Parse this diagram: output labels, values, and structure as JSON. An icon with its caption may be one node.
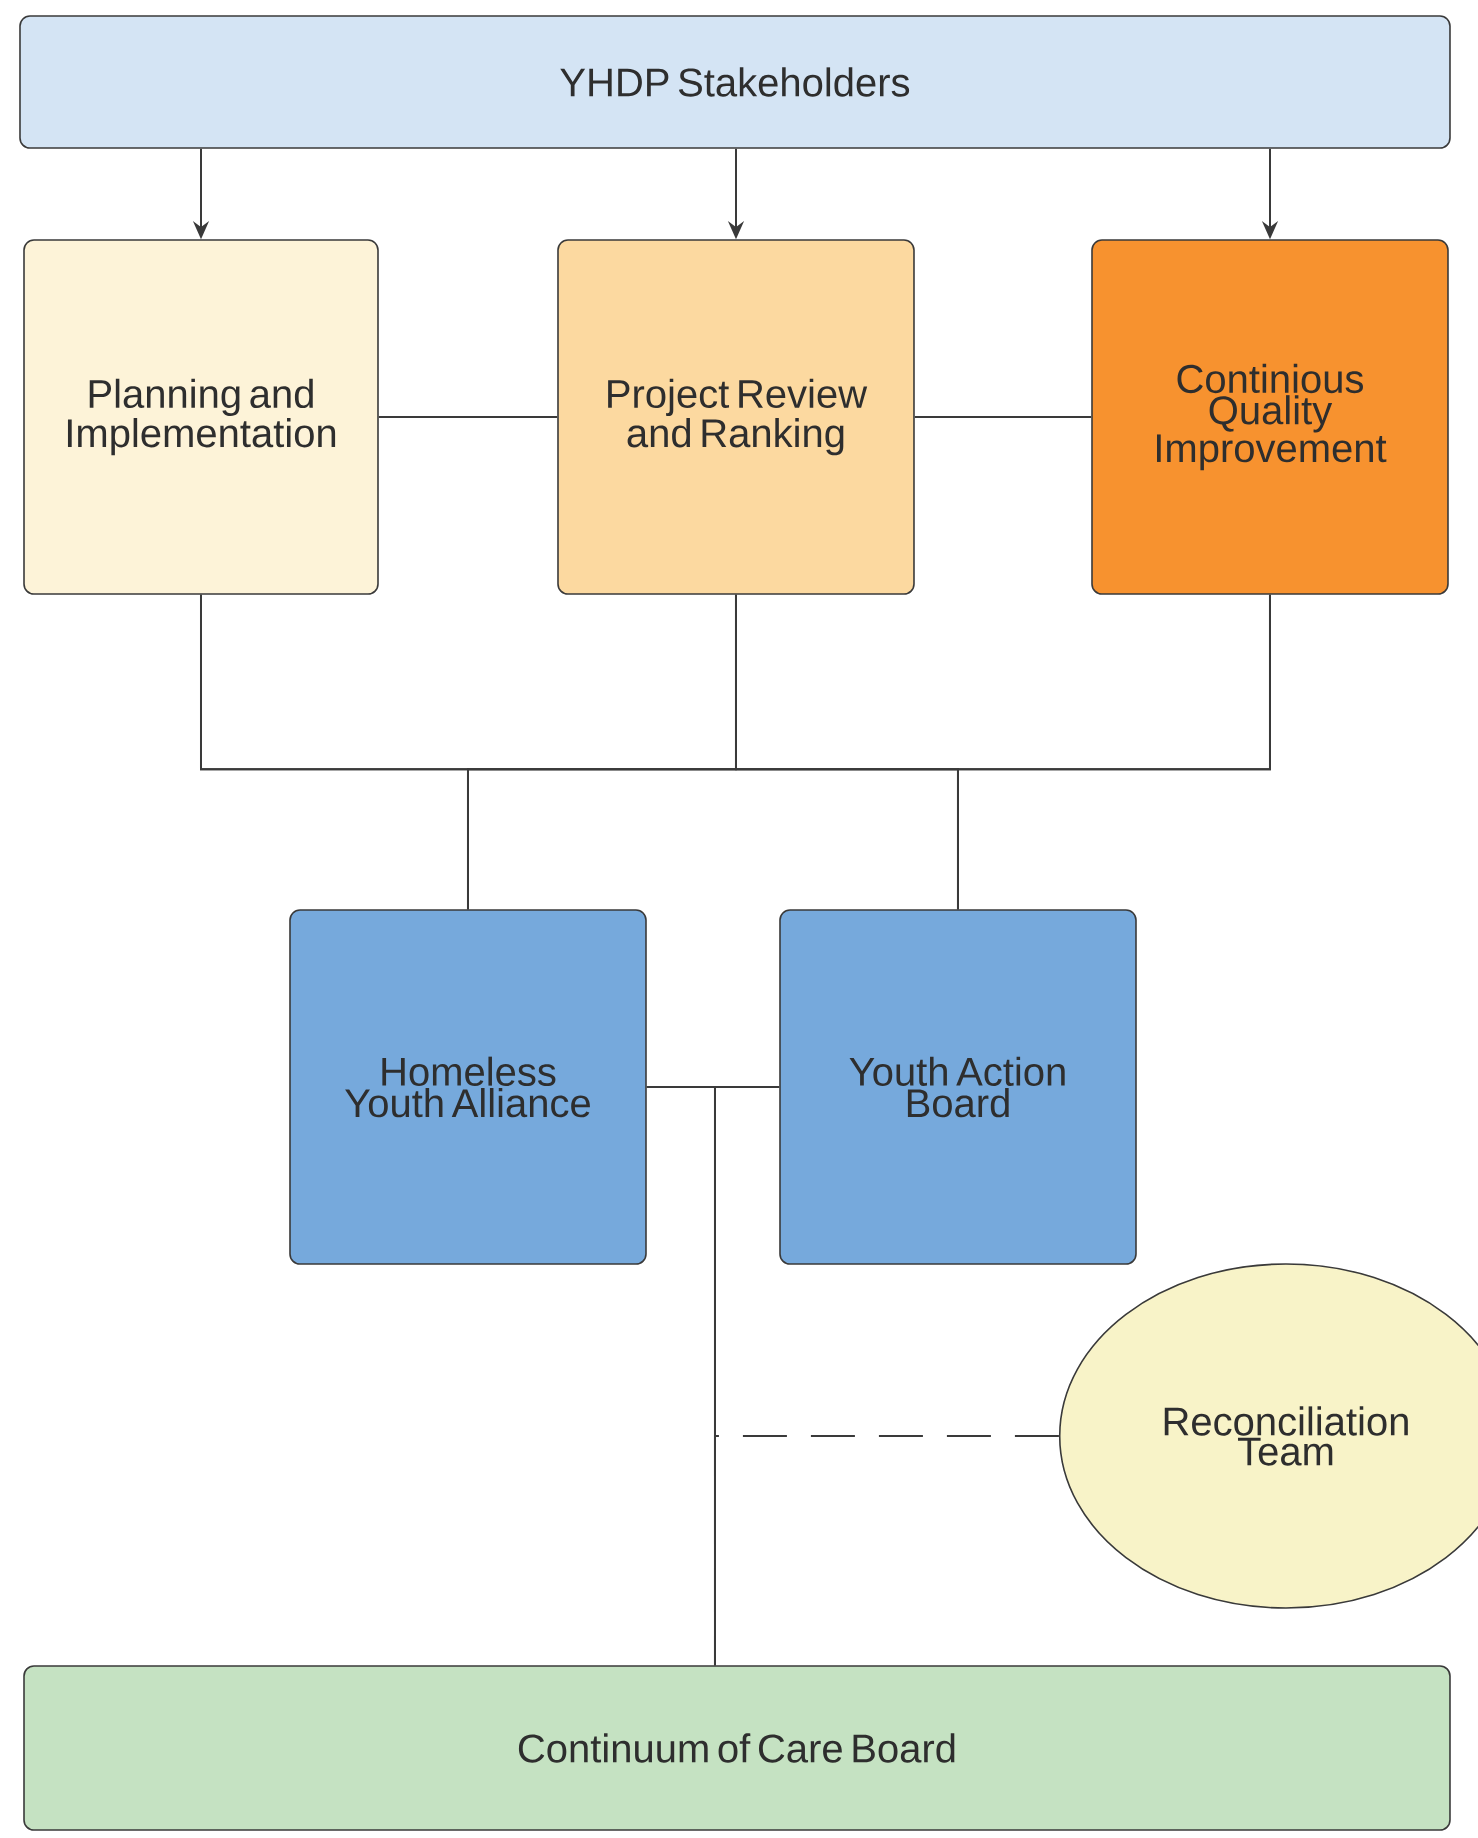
{
  "diagram": {
    "nodes": [
      {
        "text": [
          "YHDP Stakeholders"
        ]
      },
      {
        "text": [
          "Planning and Implementation"
        ]
      },
      {
        "text": [
          "Project Review and Ranking"
        ]
      },
      {
        "text": [
          "Continious Quality Improvement"
        ]
      },
      {
        "text": [
          "Homeless Youth Alliance"
        ]
      },
      {
        "text": [
          "Youth Action Board"
        ]
      },
      {
        "text": [
          "Reconciliation Team"
        ]
      },
      {
        "text": [
          "Continuum of Care Board"
        ]
      }
    ],
    "edges": [
      {
        "from": 0,
        "to": 1,
        "arrow": "to"
      },
      {
        "from": 0,
        "to": 2,
        "arrow": "to"
      },
      {
        "from": 0,
        "to": 3,
        "arrow": "to"
      },
      {
        "from": 1,
        "to": 2,
        "arrow": "none"
      },
      {
        "from": 2,
        "to": 3,
        "arrow": "none"
      },
      {
        "from": 1,
        "to": 4,
        "arrow": "none"
      },
      {
        "from": 1,
        "to": 5,
        "arrow": "none"
      },
      {
        "from": 2,
        "to": 4,
        "arrow": "none"
      },
      {
        "from": 2,
        "to": 5,
        "arrow": "none"
      },
      {
        "from": 3,
        "to": 4,
        "arrow": "none"
      },
      {
        "from": 3,
        "to": 5,
        "arrow": "none"
      },
      {
        "from": 4,
        "to": 5,
        "arrow": "none"
      },
      {
        "from": 4,
        "to": 7,
        "arrow": "none"
      },
      {
        "from": 5,
        "to": 7,
        "arrow": "none"
      },
      {
        "from": 6,
        "to": 7,
        "arrow": "none",
        "style": "dashed"
      }
    ]
  }
}
